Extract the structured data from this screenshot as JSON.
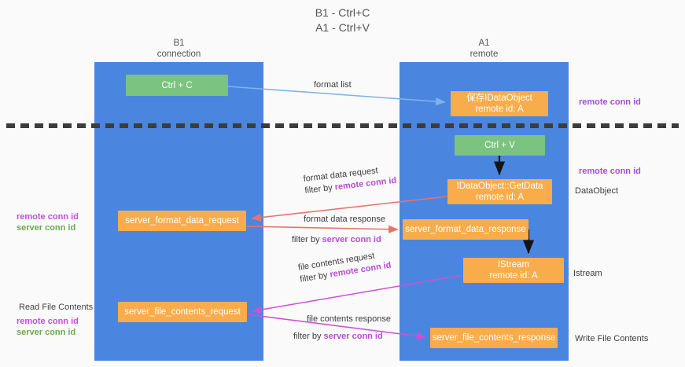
{
  "title": {
    "line1": "B1 - Ctrl+C",
    "line2": "A1 - Ctrl+V"
  },
  "lanes": [
    {
      "id": "b1",
      "name": "B1",
      "sub": "connection"
    },
    {
      "id": "a1",
      "name": "A1",
      "sub": "remote"
    }
  ],
  "nodes": {
    "ctrl_c": {
      "line1": "Ctrl + C",
      "line2": ""
    },
    "idataobject": {
      "line1": "保存IDataObject",
      "line2": "remote id: A"
    },
    "ctrl_v": {
      "line1": "Ctrl + V",
      "line2": ""
    },
    "getdata": {
      "line1": "IDataObject::GetData",
      "line2": "remote id: A"
    },
    "sfd_request": {
      "line1": "server_format_data_request",
      "line2": ""
    },
    "sfd_response": {
      "line1": "server_format_data_response",
      "line2": ""
    },
    "istream": {
      "line1": "IStream",
      "line2": "remote id: A"
    },
    "sfc_request": {
      "line1": "server_file_contents_request",
      "line2": ""
    },
    "sfc_response": {
      "line1": "server_file_contents_response",
      "line2": ""
    }
  },
  "edge_labels": {
    "format_list": "format list",
    "format_data_request": "format data request",
    "fdr_filter_prefix": "filter by ",
    "fdr_filter_key": "remote conn id",
    "format_data_response": "format data response",
    "fdres_filter_prefix": "filter by ",
    "fdres_filter_key": "server conn id",
    "file_contents_request": "file contents request",
    "fcr_filter_prefix": "filter by ",
    "fcr_filter_key": "remote conn id",
    "file_contents_response": "file contents response",
    "fcres_filter_prefix": "filter by ",
    "fcres_filter_key": "server conn id"
  },
  "left_legends": {
    "format_remote": "remote conn id",
    "format_server": "server conn id",
    "read_file_contents": "Read File Contents",
    "file_remote": "remote conn id",
    "file_server": "server conn id"
  },
  "right_legends": {
    "remote_conn_id_top": "remote conn id",
    "remote_conn_id_mid": "remote conn id",
    "data_object": "DataObject",
    "istream": "Istream",
    "write_file_contents": "Write File Contents"
  },
  "colors": {
    "lane": "#4a86e0",
    "green_node": "#7ac47f",
    "orange_node": "#f9ac4b",
    "arrow_blue": "#7fb3e8",
    "arrow_black": "#111111",
    "arrow_red": "#e8736a",
    "arrow_magenta": "#cf4fd6",
    "key_pink": "#b84bd6",
    "key_green": "#6aa84f",
    "divider": "#3c3c3c",
    "background": "#fafafa"
  }
}
